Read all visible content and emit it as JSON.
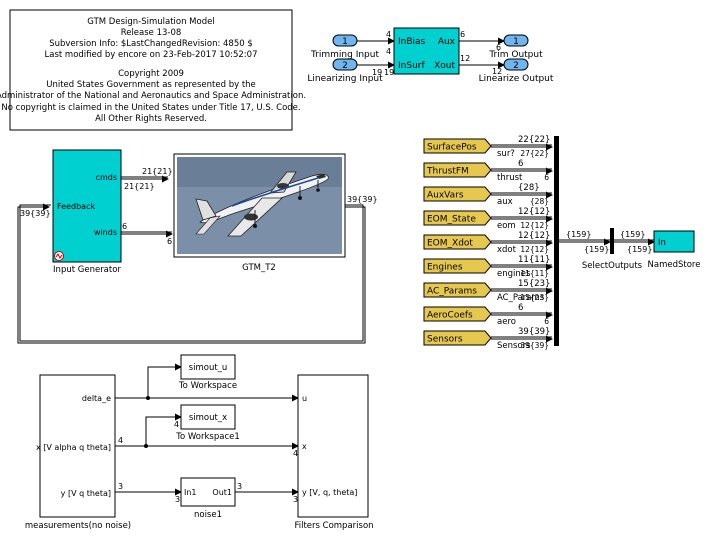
{
  "info_block": {
    "lines": [
      "GTM Design-Simulation Model",
      "Release 13-08",
      "Subversion Info: $LastChangedRevision: 4850 $",
      "Last modified by encore on 23-Feb-2017 10:52:07",
      "",
      "Copyright 2009",
      "United States Government as represented by the",
      "Administrator of the National and Aeronautics and Space Administration.",
      "",
      "No copyright is claimed in the United States under Title 17, U.S. Code.",
      "All Other Rights Reserved."
    ]
  },
  "trim_subsystem": {
    "in_ports": [
      {
        "num": "1",
        "label": "Trimming Input",
        "width": "4"
      },
      {
        "num": "2",
        "label": "Linearizing Input",
        "width": "19"
      }
    ],
    "block_inputs": [
      "InBias",
      "InSurf"
    ],
    "block_outputs": [
      "Aux",
      "Xout"
    ],
    "out_ports": [
      {
        "num": "1",
        "label": "Trim Output",
        "width": "6"
      },
      {
        "num": "2",
        "label": "Linearize Output",
        "width": "12"
      }
    ],
    "in_widths_inside": [
      "4",
      "19"
    ]
  },
  "main_loop": {
    "input_generator": {
      "label": "Input Generator",
      "in_port": "Feedback",
      "out_ports": [
        "cmds",
        "winds"
      ]
    },
    "gtm_block": {
      "label": "GTM_T2"
    },
    "signals": {
      "cmds_a": "21{21}",
      "cmds_b": "21{21}",
      "winds_a": "6",
      "winds_b": "6",
      "feedback_in": "39{39}",
      "gtm_out": "39{39}"
    }
  },
  "bus_selector": {
    "goto_tags": [
      "SurfacePos",
      "ThrustFM",
      "AuxVars",
      "EOM_State",
      "EOM_Xdot",
      "Engines",
      "AC_Params",
      "AeroCoefs",
      "Sensors"
    ],
    "signal_labels": [
      {
        "width": "22{22}",
        "name": "sur?"
      },
      {
        "width": "6",
        "name": "thrust"
      },
      {
        "width": "{28}",
        "name": "aux"
      },
      {
        "width": "12{12}",
        "name": "eom"
      },
      {
        "width": "12{12}",
        "name": "xdot"
      },
      {
        "width": "11{11}",
        "name": "engines"
      },
      {
        "width": "15{23}",
        "name": "AC_Params"
      },
      {
        "width": "6",
        "name": "aero"
      },
      {
        "width": "39{39}",
        "name": "Sensors"
      }
    ],
    "extra_labels": [
      "27{22}",
      "6",
      "{28}",
      "12{12}",
      "12{12}",
      "11{11}",
      "15{23}",
      "6",
      "39{39}"
    ],
    "bus_out_width": "{159}",
    "select_outputs_label": "SelectOutputs",
    "select_in_width": "{159}",
    "select_out_width": "{159}",
    "store_out_width": "{159}",
    "named_store_label": "NamedStore",
    "named_store_port": "In"
  },
  "filters_section": {
    "measurements": {
      "label": "measurements(no noise)",
      "outputs": [
        "delta_e",
        "x  [V alpha q theta]",
        "y  [V q theta]"
      ]
    },
    "simout_u": {
      "text": "simout_u",
      "label": "To Workspace"
    },
    "simout_x": {
      "text": "simout_x",
      "label": "To Workspace1"
    },
    "noise": {
      "label": "noise1",
      "in_port": "In1",
      "out_port": "Out1"
    },
    "filters": {
      "label": "Filters Comparison",
      "inputs": [
        "u",
        "x",
        "y [V, q, theta]"
      ]
    },
    "widths": {
      "x": "4",
      "x_branch": "4",
      "x_in": "4",
      "y": "3",
      "y_in": "3",
      "y_out": "3",
      "y_filters": "3"
    }
  },
  "colors": {
    "cyan": "#00d0d0",
    "tag_yellow": "#e6c84e",
    "port_blue": "#6fb6f0",
    "line": "#000000"
  }
}
